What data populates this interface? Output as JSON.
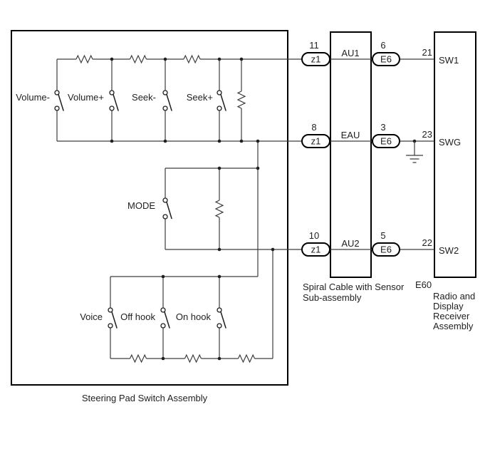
{
  "diagram": {
    "steering_box": {
      "label": "Steering Pad Switch Assembly"
    },
    "spiral_box": {
      "label_line1": "Spiral Cable with Sensor",
      "label_line2": "Sub-assembly"
    },
    "receiver_box": {
      "connector_code": "E60",
      "label_lines": [
        "Radio and",
        "Display",
        "Receiver",
        "Assembly"
      ]
    },
    "switch_labels": {
      "volume_minus": "Volume-",
      "volume_plus": "Volume+",
      "seek_minus": "Seek-",
      "seek_plus": "Seek+",
      "mode": "MODE",
      "voice": "Voice",
      "off_hook": "Off hook",
      "on_hook": "On hook"
    },
    "rows": [
      {
        "left_pin": "11",
        "left_connector": "z1",
        "spiral_terminal": "AU1",
        "right_pin": "6",
        "right_connector": "E6",
        "wire_number": "21",
        "receiver_terminal": "SW1"
      },
      {
        "left_pin": "8",
        "left_connector": "z1",
        "spiral_terminal": "EAU",
        "right_pin": "3",
        "right_connector": "E6",
        "wire_number": "23",
        "receiver_terminal": "SWG"
      },
      {
        "left_pin": "10",
        "left_connector": "z1",
        "spiral_terminal": "AU2",
        "right_pin": "5",
        "right_connector": "E6",
        "wire_number": "22",
        "receiver_terminal": "SW2"
      }
    ],
    "colors": {
      "background": "#ffffff",
      "wire": "#3d3d3d",
      "box_border": "#000000",
      "text": "#1f1f1f"
    }
  }
}
